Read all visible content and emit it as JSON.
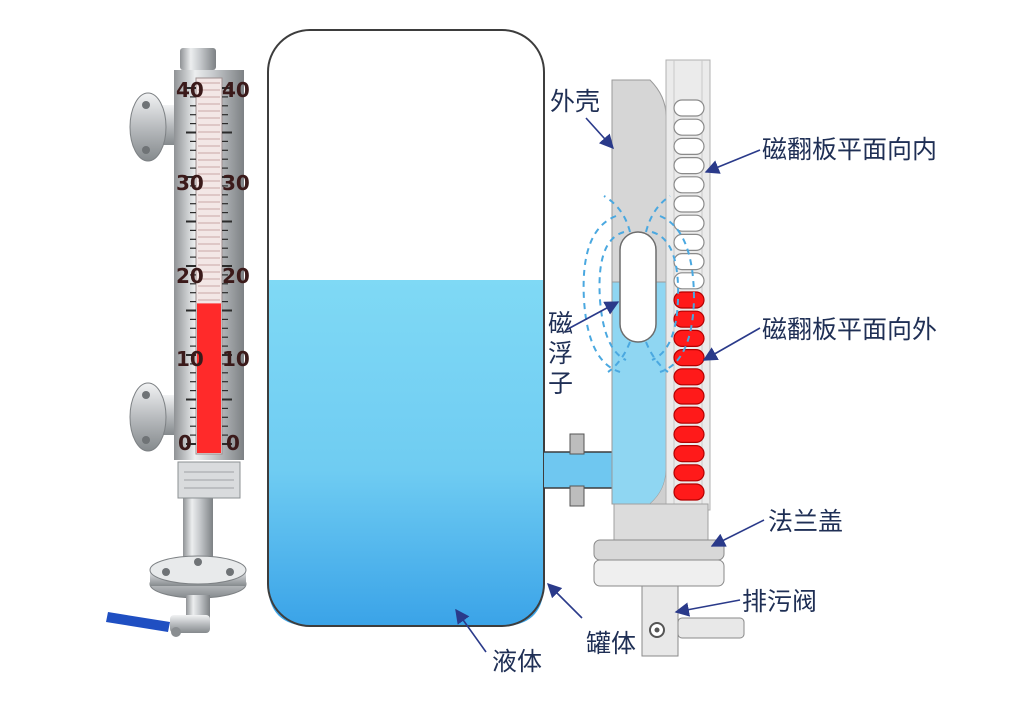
{
  "labels": {
    "shell": "外壳",
    "flap_inward": "磁翻板平面向内",
    "float_chars": [
      "磁",
      "浮",
      "子"
    ],
    "flap_outward": "磁翻板平面向外",
    "flange_cover": "法兰盖",
    "drain_valve": "排污阀",
    "liquid": "液体",
    "tank": "罐体"
  },
  "gauge_photo": {
    "scale_left": [
      "40",
      "30",
      "20",
      "10",
      "0"
    ],
    "scale_right": [
      "40",
      "30",
      "20",
      "10",
      "0"
    ],
    "level": 0.4
  },
  "flaps": {
    "total": 21,
    "red": 11
  },
  "colors": {
    "liquid_top": "#7fd9f5",
    "liquid_bottom": "#3aa3e8",
    "flap_red": "#ff1a1a",
    "indicator_red": "#ff2a2a",
    "label": "#1f2f55",
    "arrow": "#2a3a8a",
    "field_lines": "#4aa8e0"
  }
}
